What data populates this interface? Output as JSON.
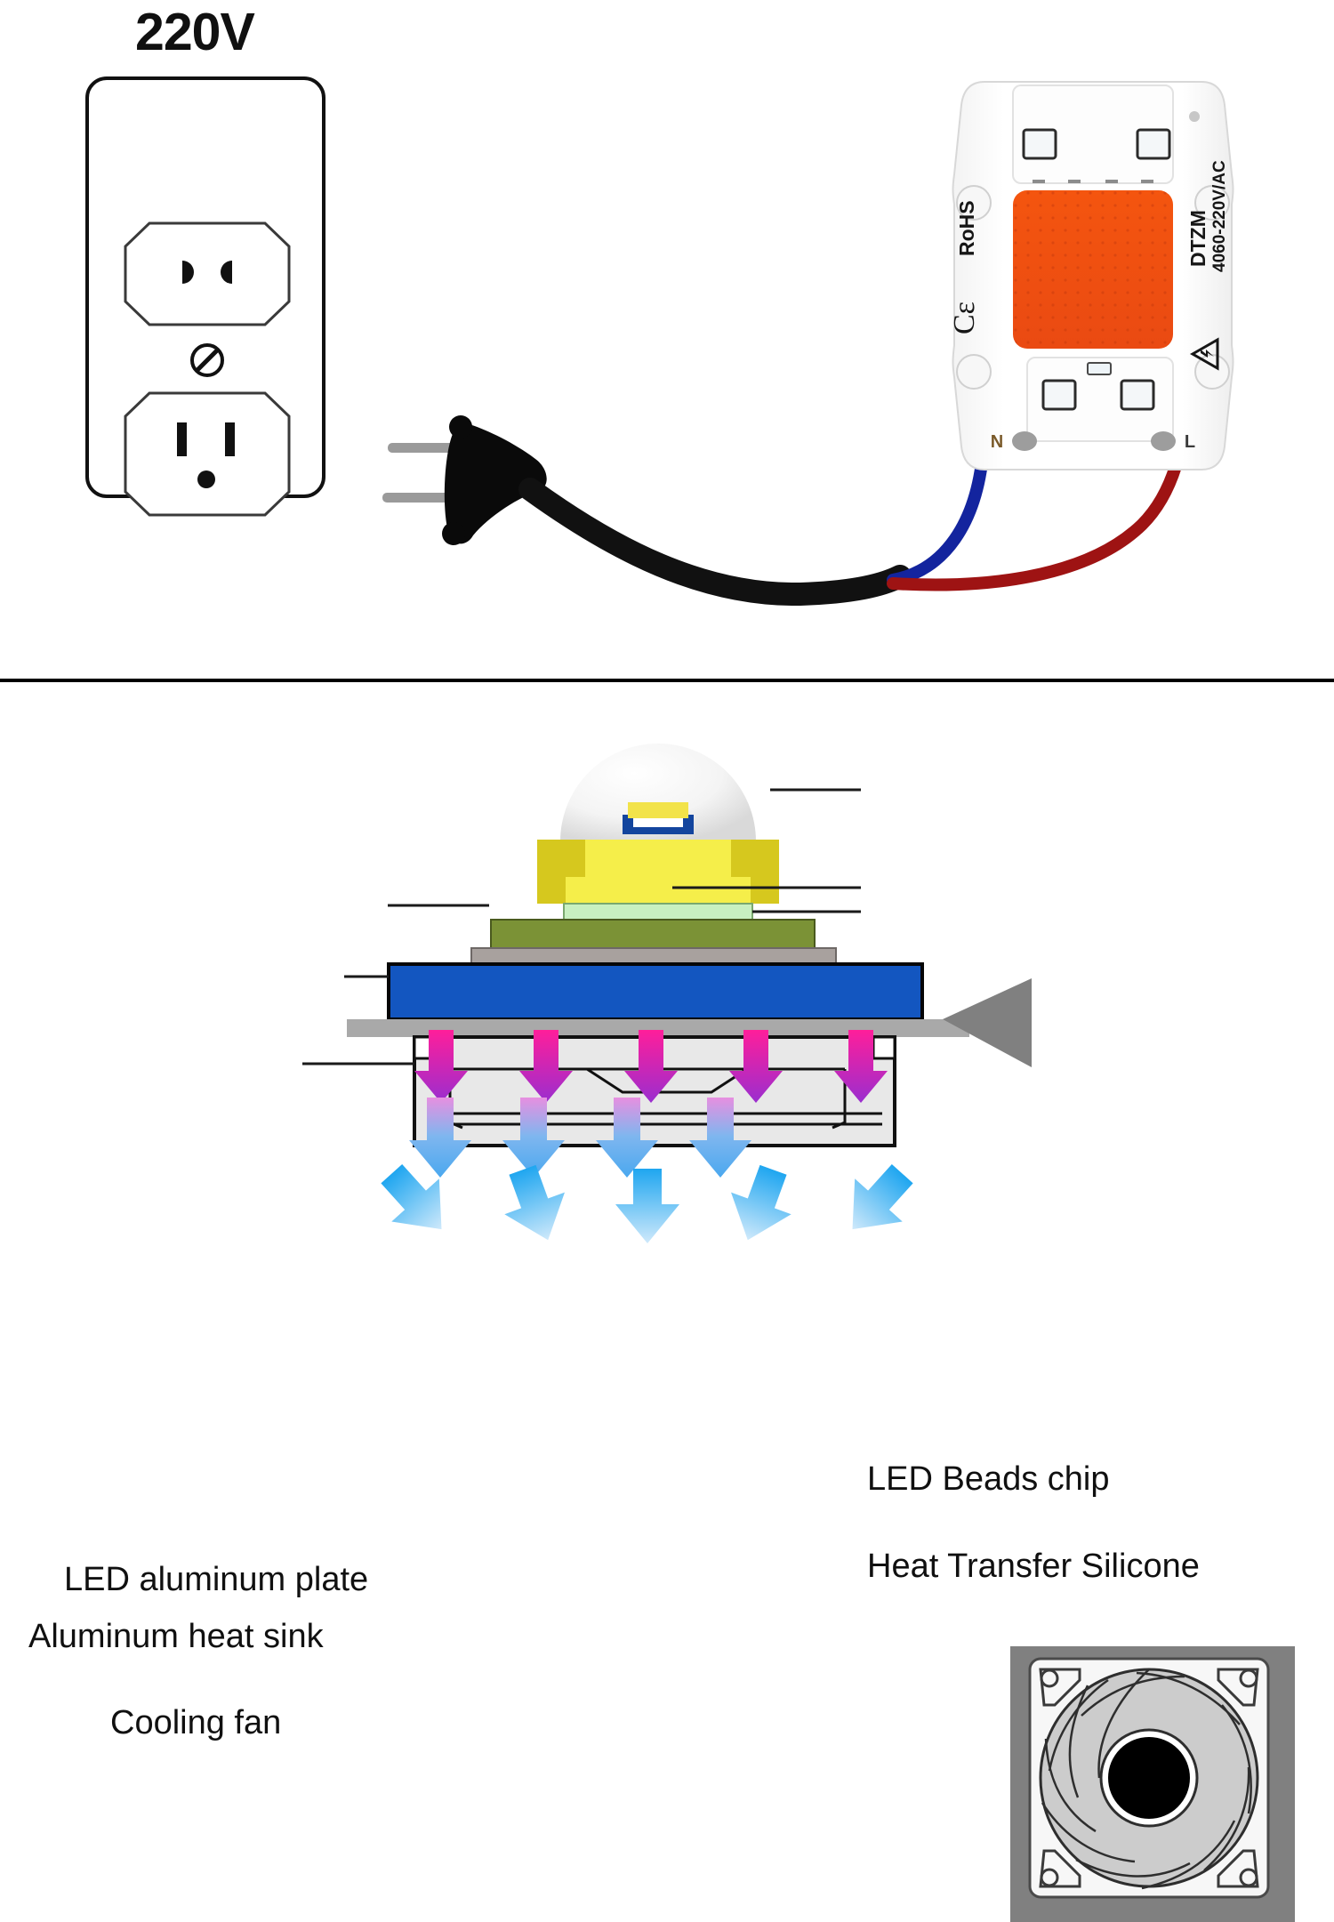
{
  "page": {
    "title": "LED COB Chip Wiring and Cooling Structure Diagram",
    "background": "#ffffff"
  },
  "top_panel": {
    "voltage_label": "220V",
    "outlet": {
      "name": "wall-outlet",
      "upper_socket_type": "europlug-two-round-slots",
      "lower_socket_type": "nema-5-15-grounded",
      "center_screw": "slotted-screw"
    },
    "plug": {
      "name": "two-prong-power-plug",
      "body_color": "#0a0a0a",
      "prong_color": "#9a9a9a"
    },
    "cable": {
      "sheath_color": "#111111",
      "neutral_wire_color": "#13249e",
      "live_wire_color": "#9e1313"
    },
    "led_chip": {
      "brand": "DTZM",
      "rating": "4060-220V/AC",
      "compliance_rohs": "RoHS",
      "compliance_ce": "CE",
      "warning_icon": "high-voltage-triangle",
      "terminal_neutral": "N",
      "terminal_live": "L",
      "board_color": "#ffffff",
      "emitter_color": "#f0500f",
      "emitter_shape": "rounded-square-cob"
    }
  },
  "bottom_panel": {
    "labels": {
      "led_beads_chip": "LED Beads chip",
      "heat_transfer_silicone": "Heat Transfer Silicone",
      "led_aluminum_plate": "LED aluminum plate",
      "aluminum_heat_sink": "Aluminum heat sink",
      "cooling_fan": "Cooling fan"
    },
    "layers": [
      {
        "name": "dome-lens",
        "color": "#f2f2f2"
      },
      {
        "name": "emitter-die",
        "color": "#f2e34a"
      },
      {
        "name": "die-base",
        "color": "#13459e"
      },
      {
        "name": "package-body",
        "color": "#f5ee4a"
      },
      {
        "name": "package-body-shoulder",
        "color": "#d6c81e"
      },
      {
        "name": "heat-transfer-silicone",
        "color": "#c8f0c0"
      },
      {
        "name": "led-aluminum-plate",
        "color": "#7b9236"
      },
      {
        "name": "mounting-plate",
        "color": "#a8a19e"
      },
      {
        "name": "aluminum-heat-sink",
        "color": "#1356c0"
      },
      {
        "name": "base-plate",
        "color": "#a9a9a9"
      },
      {
        "name": "fan-housing",
        "color": "#e8e8e8"
      }
    ],
    "heat_arrows": {
      "name": "heat-flow-arrows",
      "count": 5,
      "color_top": "#ff1e9a",
      "color_bottom": "#9a2ecf"
    },
    "airflow_arrows_row1": {
      "name": "airflow-arrows-straight",
      "count": 4,
      "color_top": "#e78fe0",
      "color_bottom": "#4aa8ef"
    },
    "airflow_arrows_row2": {
      "name": "airflow-arrows-spread",
      "count": 5,
      "color": "#29aaf0"
    },
    "fan_photo": {
      "name": "cooling-fan-photo",
      "frame_color": "#808080",
      "blade_count": 11,
      "hub_color": "#000000"
    }
  }
}
